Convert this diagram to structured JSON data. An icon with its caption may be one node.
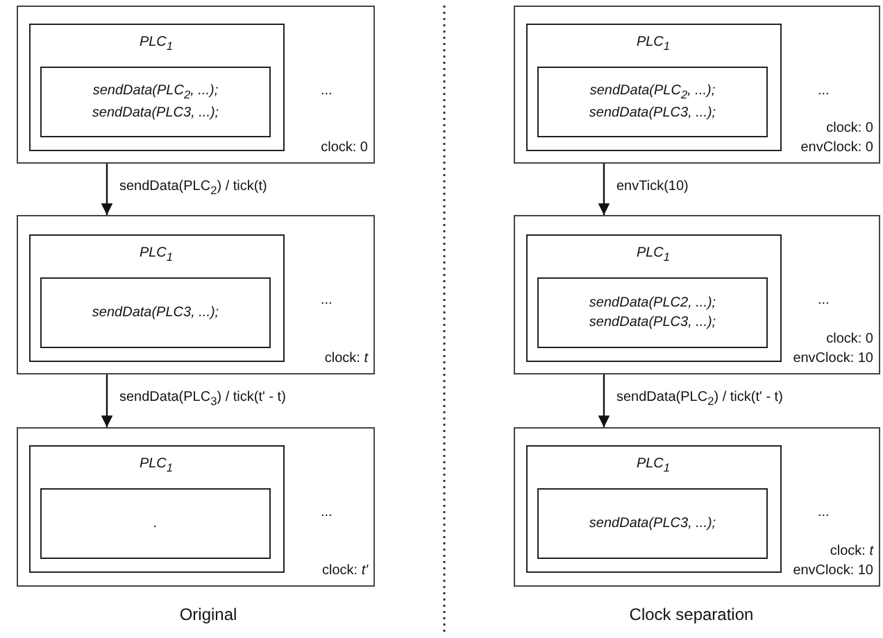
{
  "diagram": {
    "nodes": [
      {
        "text": [
          "...",
          "clock: 0"
        ]
      },
      {
        "text": [
          "PLC$_{1}$"
        ],
        "in": 0
      },
      {
        "text": [
          "sendData(PLC$_{2}$, ...);",
          "sendData(PLC3, ...);"
        ],
        "in": 1
      },
      {
        "text": [
          "...",
          "clock: *t*"
        ]
      },
      {
        "text": [
          "PLC$_{1}$"
        ],
        "in": 3
      },
      {
        "text": [
          "sendData(PLC3, ...);"
        ],
        "in": 4
      },
      {
        "text": [
          "...",
          "clock: *t'*"
        ]
      },
      {
        "text": [
          "PLC$_{1}$"
        ],
        "in": 6
      },
      {
        "text": [
          "."
        ],
        "in": 7
      },
      {
        "text": [
          "...",
          "clock: 0",
          "envClock: 0"
        ]
      },
      {
        "text": [
          "PLC$_{1}$"
        ],
        "in": 9
      },
      {
        "text": [
          "sendData(PLC$_{2}$, ...);",
          "sendData(PLC3, ...);"
        ],
        "in": 10
      },
      {
        "text": [
          "...",
          "clock: 0",
          "envClock: 10"
        ]
      },
      {
        "text": [
          "PLC$_{1}$"
        ],
        "in": 12
      },
      {
        "text": [
          "sendData(PLC2, ...);",
          "sendData(PLC3, ...);"
        ],
        "in": 13
      },
      {
        "text": [
          "...",
          "clock: *t*",
          "envClock: 10"
        ]
      },
      {
        "text": [
          "PLC$_{1}$"
        ],
        "in": 15
      },
      {
        "text": [
          "sendData(PLC3, ...);"
        ],
        "in": 16
      }
    ],
    "edges": [
      {
        "from": 0,
        "to": 3,
        "arrow": "to",
        "label": "sendData(PLC$_{2}$) / tick(t)"
      },
      {
        "from": 3,
        "to": 6,
        "arrow": "to",
        "label": "sendData(PLC$_{3}$) / tick(t' - t)"
      },
      {
        "from": 9,
        "to": 12,
        "arrow": "to",
        "label": "envTick(10)"
      },
      {
        "from": 12,
        "to": 15,
        "arrow": "to",
        "label": "sendData(PLC$_{2}$) / tick(t' - t)"
      }
    ],
    "labels": [
      "Original",
      "Clock separation"
    ]
  }
}
